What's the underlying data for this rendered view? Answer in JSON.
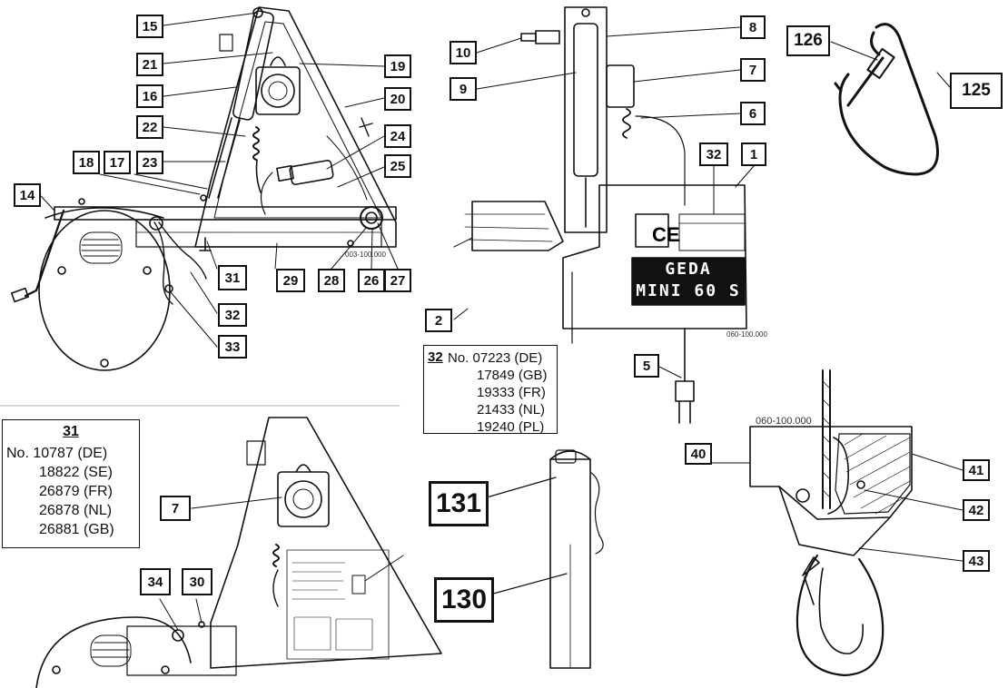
{
  "callouts": {
    "c15": "15",
    "c21": "21",
    "c16": "16",
    "c22": "22",
    "c23": "23",
    "c18": "18",
    "c17": "17",
    "c14": "14",
    "c19": "19",
    "c20": "20",
    "c24": "24",
    "c25": "25",
    "c31": "31",
    "c29": "29",
    "c28": "28",
    "c26": "26",
    "c27": "27",
    "c32": "32",
    "c33": "33",
    "c10": "10",
    "c9": "9",
    "c8": "8",
    "c7": "7",
    "c6": "6",
    "c32b": "32",
    "c1": "1",
    "c2": "2",
    "c5": "5",
    "c126": "126",
    "c125": "125",
    "c7b": "7",
    "c34": "34",
    "c30": "30",
    "c131": "131",
    "c130": "130",
    "c40": "40",
    "c41": "41",
    "c42": "42",
    "c43": "43"
  },
  "table32": {
    "header": "32",
    "rows": [
      {
        "prefix": "No.",
        "num": "07223",
        "lang": "(DE)"
      },
      {
        "prefix": "",
        "num": "17849",
        "lang": "(GB)"
      },
      {
        "prefix": "",
        "num": "19333",
        "lang": "(FR)"
      },
      {
        "prefix": "",
        "num": "21433",
        "lang": "(NL)"
      },
      {
        "prefix": "",
        "num": "19240",
        "lang": "(PL)"
      }
    ]
  },
  "table31": {
    "header": "31",
    "rows": [
      {
        "prefix": "No.",
        "num": "10787",
        "lang": "(DE)"
      },
      {
        "prefix": "",
        "num": "18822",
        "lang": "(SE)"
      },
      {
        "prefix": "",
        "num": "26879",
        "lang": "(FR)"
      },
      {
        "prefix": "",
        "num": "26878",
        "lang": "(NL)"
      },
      {
        "prefix": "",
        "num": "26881",
        "lang": "(GB)"
      }
    ]
  },
  "brand": {
    "line1": "GEDA",
    "line2": "MINI 60 S"
  },
  "ce_mark": "CE",
  "hook_code": "060-100.000",
  "small_codes": {
    "frame": "003-100.000",
    "motor": "060-100.000"
  }
}
